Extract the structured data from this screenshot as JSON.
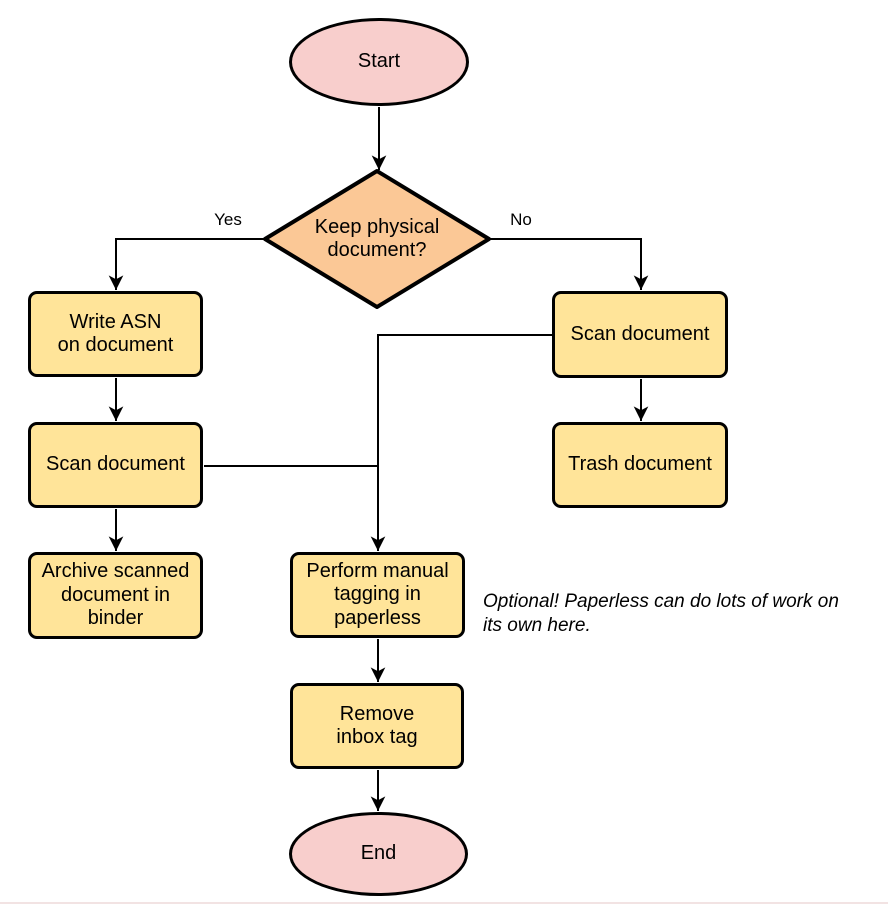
{
  "flowchart": {
    "nodes": {
      "start": {
        "label": "Start",
        "type": "terminal"
      },
      "decision": {
        "label": "Keep physical\ndocument?",
        "type": "decision"
      },
      "write_asn": {
        "label": "Write ASN\non document",
        "type": "process"
      },
      "scan_left": {
        "label": "Scan document",
        "type": "process"
      },
      "archive": {
        "label": "Archive scanned\ndocument in\nbinder",
        "type": "process"
      },
      "scan_right": {
        "label": "Scan document",
        "type": "process"
      },
      "trash": {
        "label": "Trash document",
        "type": "process"
      },
      "tagging": {
        "label": "Perform manual\ntagging in\npaperless",
        "type": "process"
      },
      "remove_inbox": {
        "label": "Remove\ninbox tag",
        "type": "process"
      },
      "end": {
        "label": "End",
        "type": "terminal"
      }
    },
    "edge_labels": {
      "yes": "Yes",
      "no": "No"
    },
    "note": "Optional! Paperless can do lots of work on\nits own here.",
    "colors": {
      "terminal_fill": "#F8CECC",
      "process_fill": "#FFE499",
      "decision_fill": "#FBC896",
      "stroke": "#000000"
    }
  }
}
